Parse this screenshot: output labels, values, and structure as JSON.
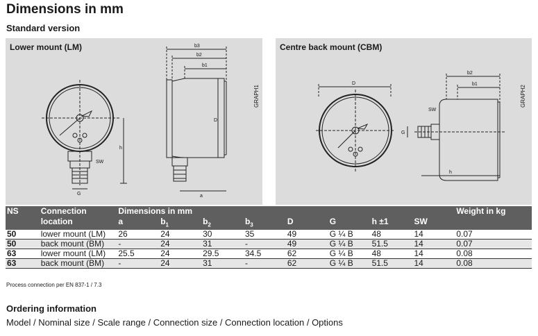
{
  "title": "Dimensions in mm",
  "subtitle": "Standard version",
  "panels": {
    "lm": {
      "label": "Lower mount (LM)",
      "graph": "GRAPH1"
    },
    "cbm": {
      "label": "Centre back mount (CBM)",
      "graph": "GRAPH2"
    }
  },
  "drawing_labels": {
    "b3": "b3",
    "b2": "b2",
    "b1": "b1",
    "D": "D",
    "h": "h",
    "SW": "SW",
    "G": "G",
    "a": "a"
  },
  "table": {
    "headers": {
      "ns": "NS",
      "connection": "Connection",
      "location": "location",
      "dimensions": "Dimensions in mm",
      "weight": "Weight in kg",
      "a": "a",
      "b1": "b",
      "b1_sub": "1",
      "b2": "b",
      "b2_sub": "2",
      "b3": "b",
      "b3_sub": "3",
      "D": "D",
      "G": "G",
      "h": "h ±1",
      "SW": "SW"
    },
    "rows": [
      {
        "ns": "50",
        "location": "lower mount (LM)",
        "a": "26",
        "b1": "24",
        "b2": "30",
        "b3": "35",
        "D": "49",
        "G": "G ¼ B",
        "h": "48",
        "SW": "14",
        "weight": "0.07"
      },
      {
        "ns": "50",
        "location": "back mount (BM)",
        "a": "-",
        "b1": "24",
        "b2": "31",
        "b3": "-",
        "D": "49",
        "G": "G ¼ B",
        "h": "51.5",
        "SW": "14",
        "weight": "0.07"
      },
      {
        "ns": "63",
        "location": "lower mount (LM)",
        "a": "25.5",
        "b1": "24",
        "b2": "29.5",
        "b3": "34.5",
        "D": "62",
        "G": "G ¼ B",
        "h": "48",
        "SW": "14",
        "weight": "0.08"
      },
      {
        "ns": "63",
        "location": "back mount (BM)",
        "a": "-",
        "b1": "24",
        "b2": "31",
        "b3": "-",
        "D": "62",
        "G": "G ¼ B",
        "h": "51.5",
        "SW": "14",
        "weight": "0.08"
      }
    ]
  },
  "note": "Process connection per EN 837-1 / 7.3",
  "ordering": {
    "title": "Ordering information",
    "line": "Model / Nominal size / Scale range / Connection size / Connection location / Options"
  }
}
